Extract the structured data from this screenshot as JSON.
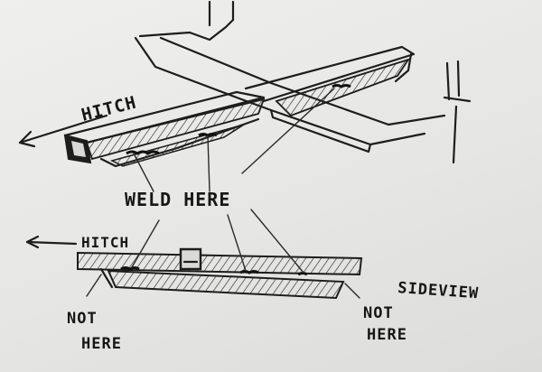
{
  "labels": {
    "hitch_top": "HITCH",
    "weld_here": "WELD HERE",
    "hitch_side": "HITCH",
    "sideview": "SIDEVIEW",
    "not_here_left_line1": "NOT",
    "not_here_left_line2": "HERE",
    "not_here_right_line1": "NOT",
    "not_here_right_line2": "HERE"
  },
  "colors": {
    "ink": "#1d1d1d",
    "paper": "#e8e8e6"
  }
}
